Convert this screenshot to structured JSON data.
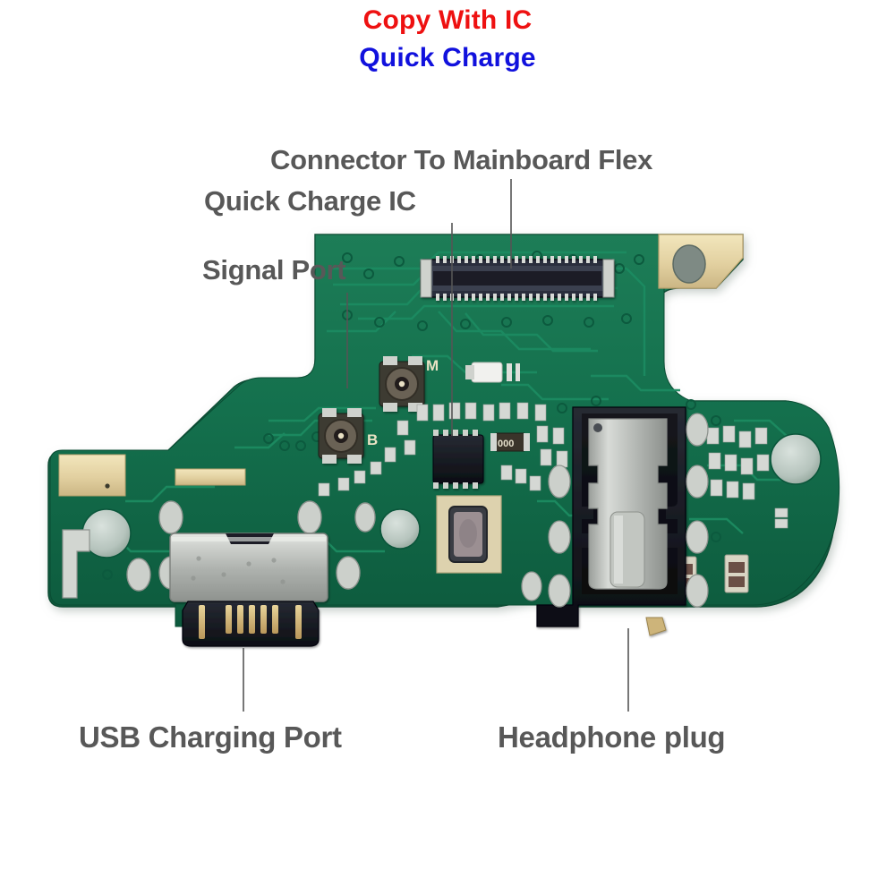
{
  "header": {
    "line1": "Copy With IC",
    "line1_color": "#ee1111",
    "line2": "Quick Charge",
    "line2_color": "#1111dd"
  },
  "labels": {
    "connector_flex": "Connector To Mainboard Flex",
    "quick_charge_ic": "Quick Charge IC",
    "signal_port": "Signal Port",
    "usb_port": "USB Charging Port",
    "headphone": "Headphone plug",
    "color": "#585858"
  },
  "silkscreen": {
    "rf_top": "M",
    "rf_bottom": "B",
    "resistor_code": "000"
  },
  "colors": {
    "pcb_green": "#14704d",
    "pcb_green_dark": "#0e5a3c",
    "pcb_green_light": "#1c8059",
    "gold_pad": "#e8d9a8",
    "metal_silver": "#b9bcb8",
    "black_plastic": "#14161d",
    "background": "#ffffff"
  },
  "components": {
    "board_to_board_connector": "board-to-board-connector",
    "rf_coax_m": "rf-coax-connector-m",
    "rf_coax_b": "rf-coax-connector-b",
    "ic_chip": "quick-charge-ic-chip",
    "microphone": "microphone-module",
    "usb_c": "usb-c-charging-port",
    "headphone_jack": "headphone-jack",
    "screw_hole_left": "screw-hole-left",
    "screw_hole_mid": "screw-hole-mid",
    "screw_hole_right": "screw-hole-right",
    "gold_tab_top_right": "gold-contact-tab-top-right",
    "gold_pad_left": "gold-contact-pad-left"
  }
}
